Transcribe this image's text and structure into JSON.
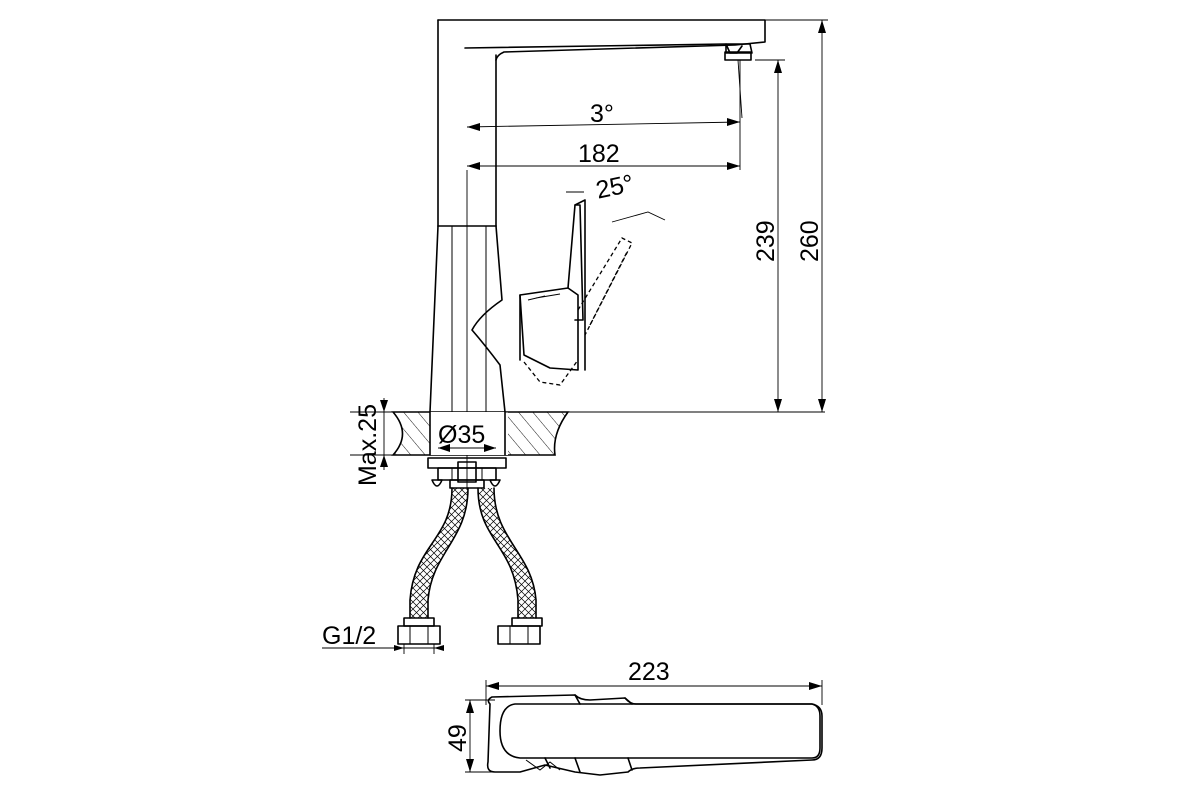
{
  "dimensions": {
    "spout_angle": "3°",
    "spout_reach": "182",
    "lever_angle": "25°",
    "height_to_outlet": "239",
    "total_height": "260",
    "max_thickness": "Max.25",
    "hole_diameter": "Ø35",
    "thread_size": "G1/2",
    "top_length": "223",
    "top_width": "49"
  }
}
